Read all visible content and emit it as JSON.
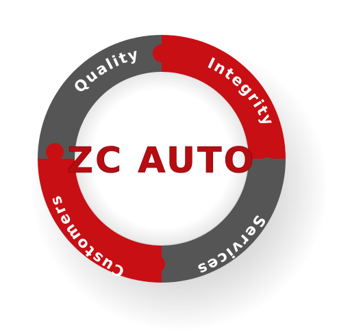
{
  "logo": {
    "center_text": "ZC AUTO",
    "segments": [
      {
        "label": "Quality",
        "color": "#555555"
      },
      {
        "label": "Integrity",
        "color": "#c80f14"
      },
      {
        "label": "Services",
        "color": "#555555"
      },
      {
        "label": "Customers",
        "color": "#c80f14"
      }
    ]
  },
  "colors": {
    "brand_red": "#c80f14",
    "dark_gray": "#555555",
    "background": "#ffffff"
  }
}
